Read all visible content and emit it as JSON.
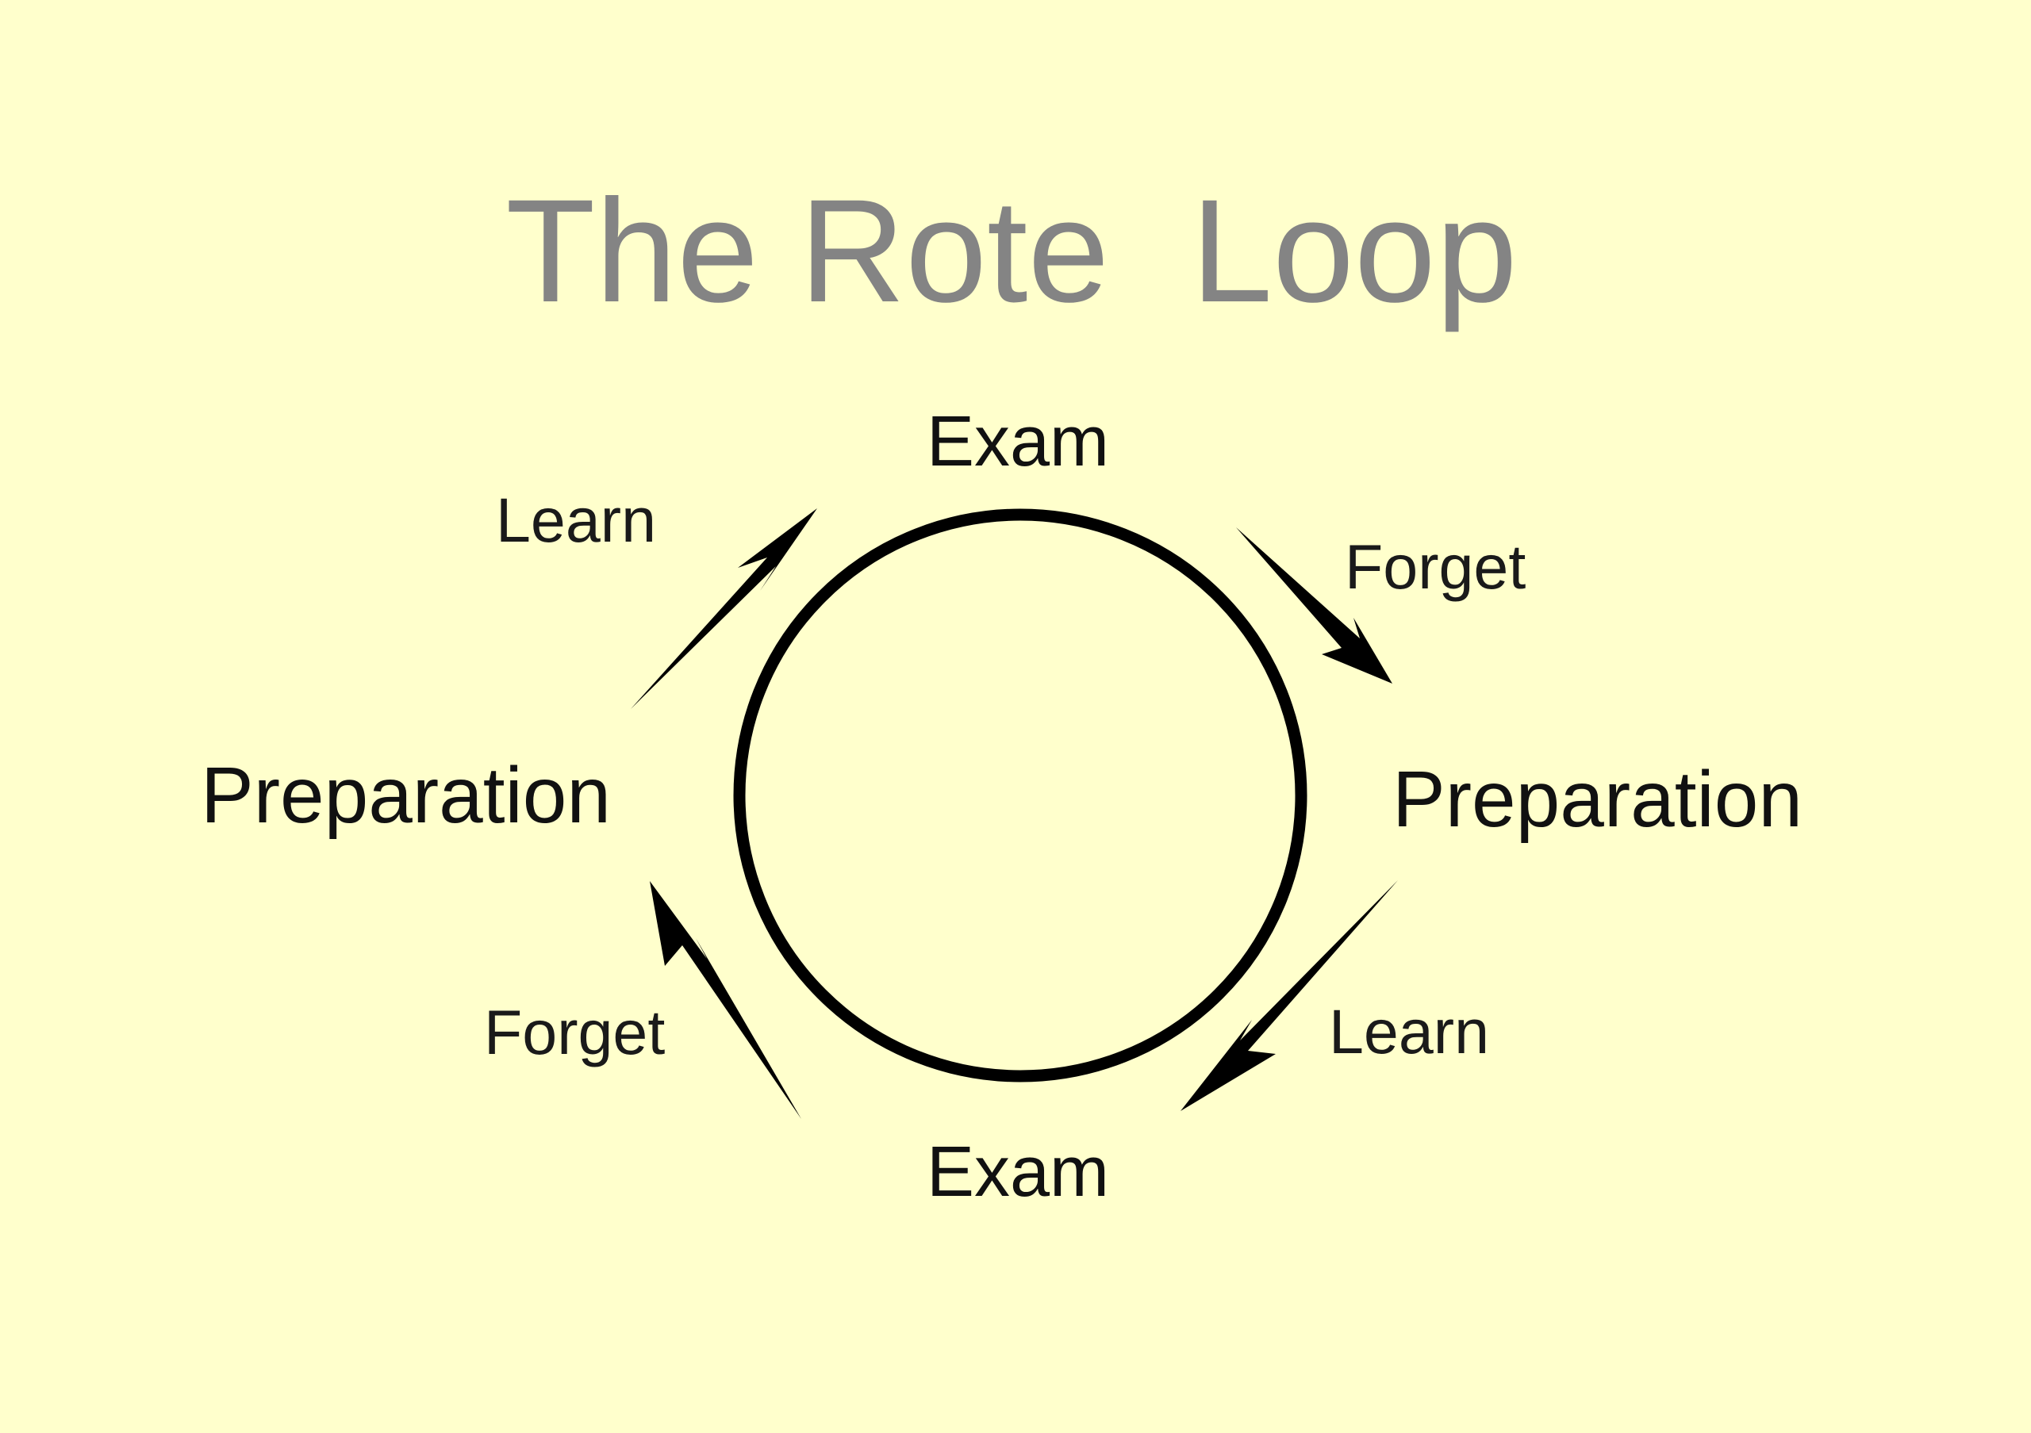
{
  "background": "#ffffcc",
  "title": "The Rote  Loop",
  "colors": {
    "title": "#848484",
    "ink": "#000000",
    "text": "#111111"
  },
  "nodes": {
    "top": "Exam",
    "bottom": "Exam",
    "left": "Preparation",
    "right": "Preparation"
  },
  "edges": {
    "upper_left": "Learn",
    "upper_right": "Forget",
    "lower_right": "Learn",
    "lower_left": "Forget"
  }
}
